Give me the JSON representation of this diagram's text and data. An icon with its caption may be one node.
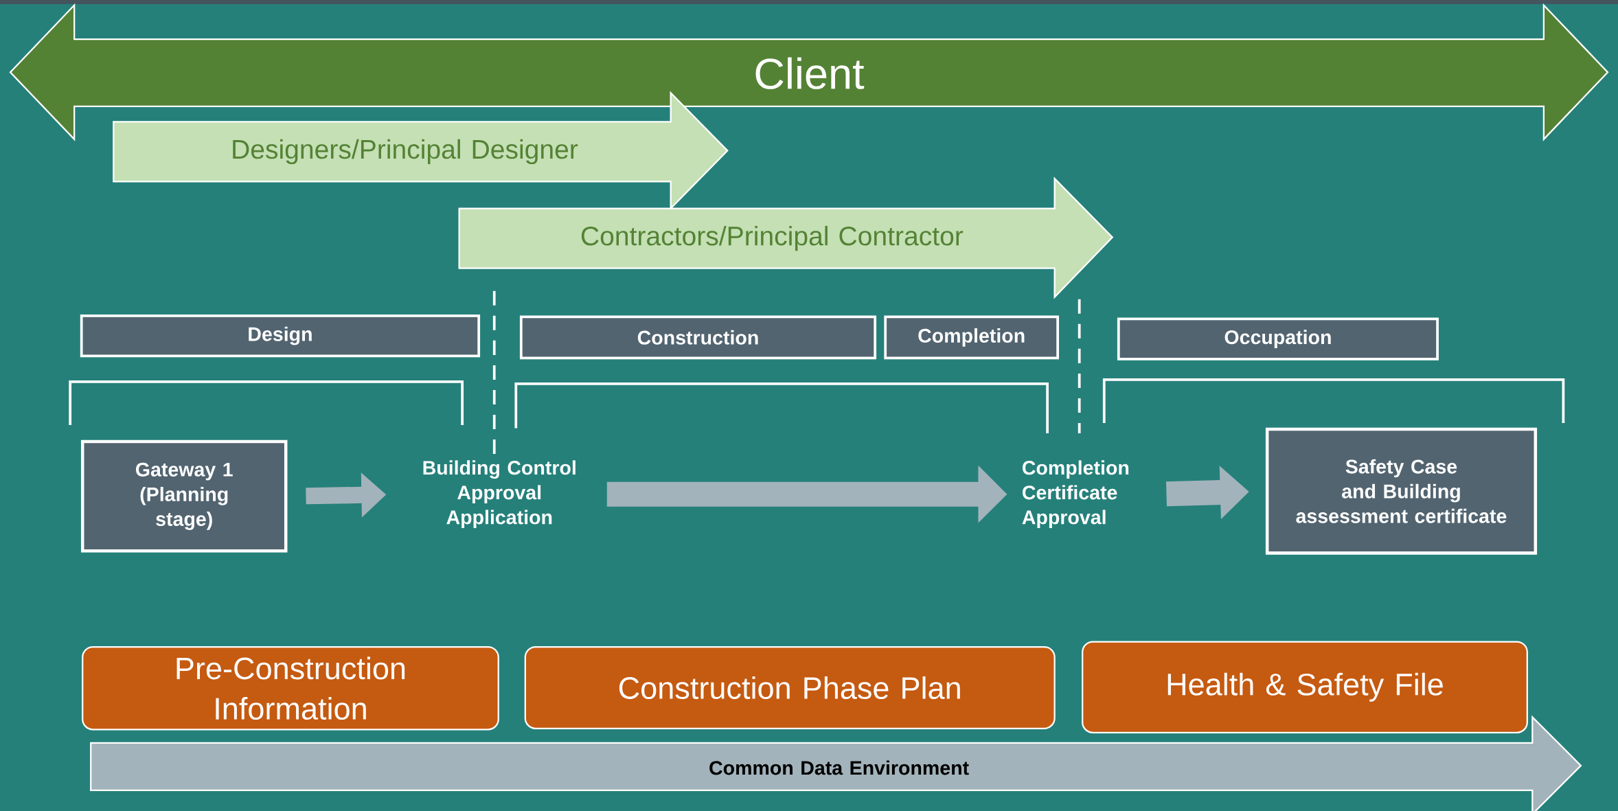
{
  "diagram": {
    "nodes": [
      {
        "text": [
          "Client"
        ]
      },
      {
        "text": [
          "Designers/Principal Designer"
        ]
      },
      {
        "text": [
          "Contractors/Principal Contractor"
        ]
      },
      {
        "text": [
          "Design"
        ]
      },
      {
        "text": [
          "Construction"
        ]
      },
      {
        "text": [
          "Completion"
        ]
      },
      {
        "text": [
          "Occupation"
        ]
      },
      {
        "text": [
          "Gateway 1 (Planning stage)"
        ]
      },
      {
        "text": [
          "Building Control Approval Application"
        ]
      },
      {
        "text": [
          "Completion Certificate Approval"
        ]
      },
      {
        "text": [
          "Safety Case and Building assessment certificate"
        ]
      },
      {
        "text": [
          "Pre-Construction Information"
        ]
      },
      {
        "text": [
          "Construction Phase Plan"
        ]
      },
      {
        "text": [
          "Health & Safety File"
        ]
      },
      {
        "text": [
          "Common Data Environment"
        ]
      }
    ],
    "edges": [
      {
        "from": 7,
        "to": 8,
        "arrow": "to"
      },
      {
        "from": 8,
        "to": 9,
        "arrow": "to"
      },
      {
        "from": 9,
        "to": 10,
        "arrow": "to"
      }
    ]
  }
}
